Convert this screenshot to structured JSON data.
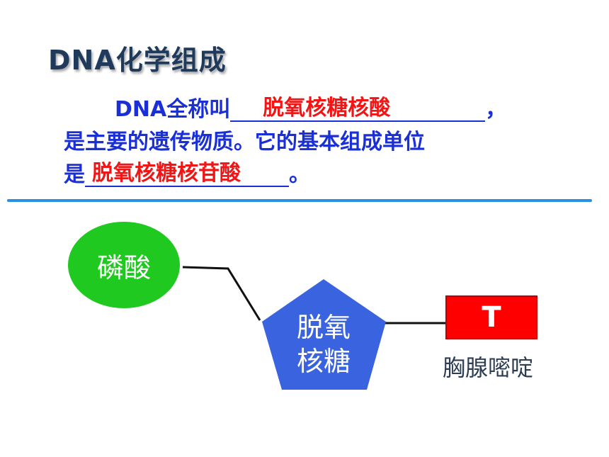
{
  "title": "DNA化学组成",
  "paragraph": {
    "line1_prefix": "DNA全称叫",
    "answer1": "脱氧核糖核酸",
    "line1_suffix": "，",
    "line2": "是主要的遗传物质。它的基本组成单位",
    "line3_prefix": "是",
    "answer2": "脱氧核糖核苷酸",
    "line3_suffix": "。"
  },
  "diagram": {
    "phosphate_label": "磷酸",
    "sugar_label_line1": "脱氧",
    "sugar_label_line2": "核糖",
    "base_letter": "T",
    "base_caption": "胸腺嘧啶"
  },
  "colors": {
    "title": "#1f3a5a",
    "body_text": "#1a2fd6",
    "answer_text": "#f01616",
    "divider": "#2a8fe0",
    "phosphate": "#1fc91f",
    "sugar": "#3a63e0",
    "base": "#ff0000"
  }
}
